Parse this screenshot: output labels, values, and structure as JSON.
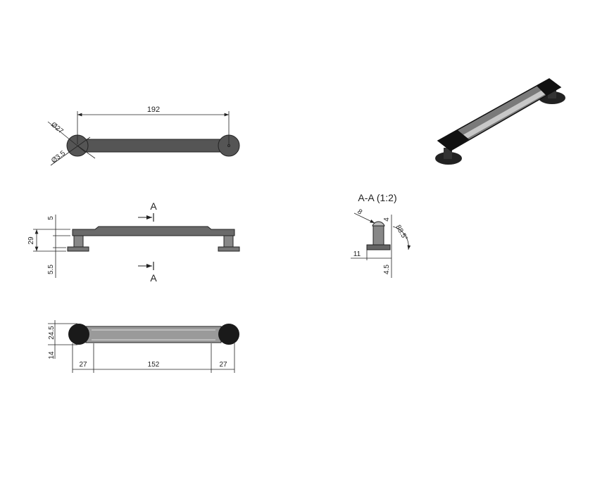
{
  "top_view": {
    "length": "192",
    "outer_diameter": "Ø27",
    "hole_diameter": "Ø3.5"
  },
  "side_view": {
    "top_offset": "5",
    "height": "29",
    "base_thickness": "5.5",
    "section_marker_top": "A",
    "section_marker_bottom": "A"
  },
  "bottom_view": {
    "width": "24.5",
    "bar_width": "14",
    "end_left": "27",
    "center_length": "152",
    "end_right": "27"
  },
  "section": {
    "title": "A-A (1:2)",
    "radius": "8",
    "head_height": "4",
    "angle": "88.5°",
    "base_width": "11",
    "base_height": "4.5"
  },
  "colors": {
    "body": "#555555",
    "dark": "#1a1a1a",
    "light": "#9a9a9a"
  }
}
